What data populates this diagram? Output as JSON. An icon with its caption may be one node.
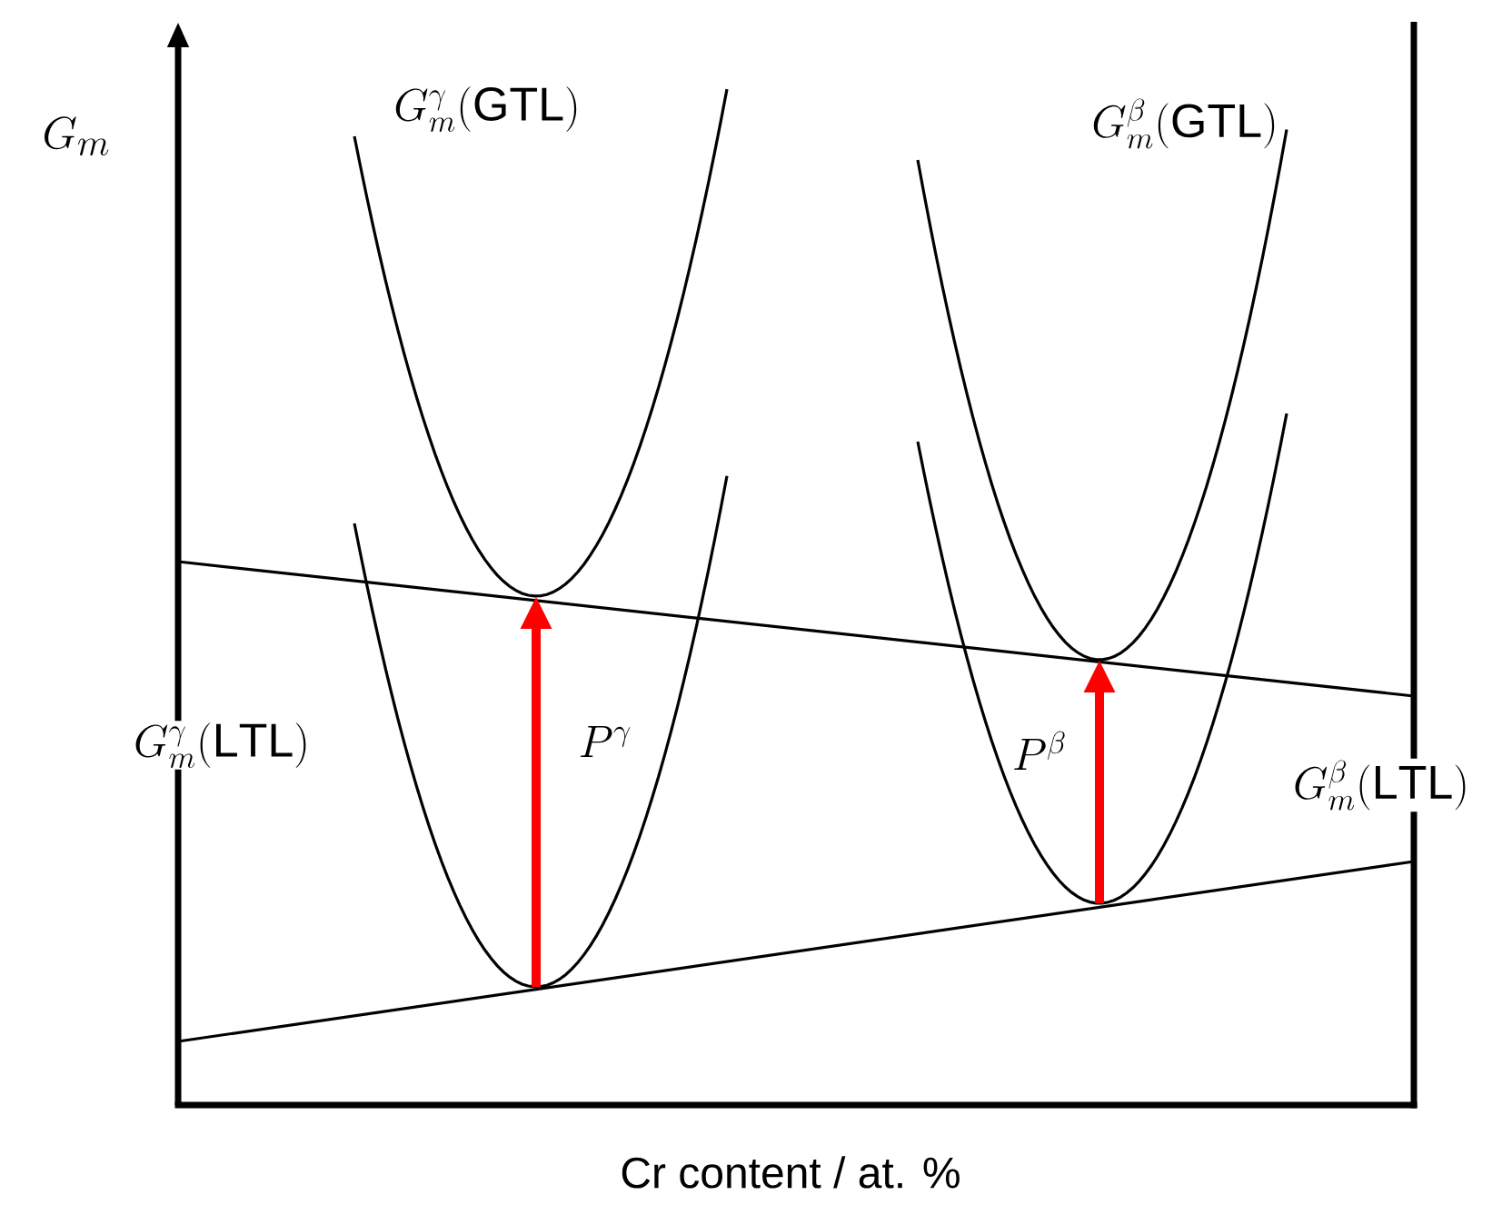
{
  "diagram": {
    "labels": [
      "G_m",
      "G_m^{\\gamma}(\\mathrm{GTL})",
      "G_m^{\\beta}(\\mathrm{GTL})",
      "P^{\\gamma}",
      "G_m^{\\gamma}(\\mathrm{LTL})",
      "P^{\\beta}",
      "G_m^{\\beta}(\\mathrm{LTL})",
      "Cr content / at. %"
    ]
  }
}
